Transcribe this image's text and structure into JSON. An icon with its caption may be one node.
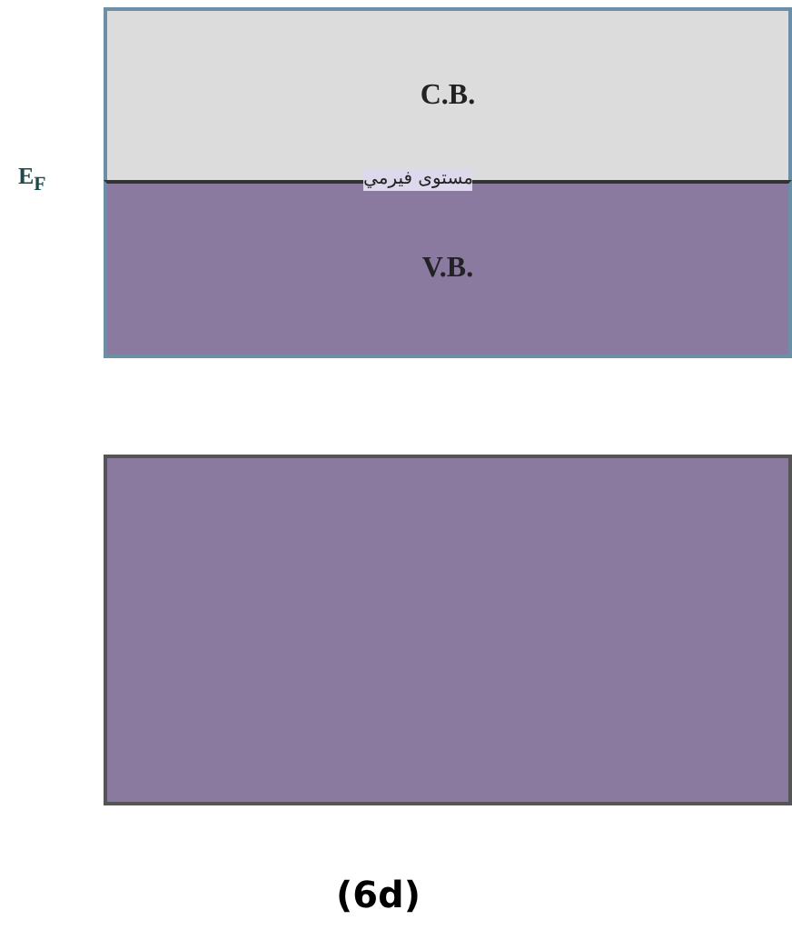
{
  "diagram": {
    "caption": "(6d)",
    "nodes": [
      {
        "text": [
          "C.B."
        ]
      },
      {
        "text": [
          "V.B."
        ]
      },
      {
        "text": [],
        "shape": "box"
      }
    ],
    "labels": [
      "E$_{F}$",
      "مستوى فيرمي"
    ]
  }
}
